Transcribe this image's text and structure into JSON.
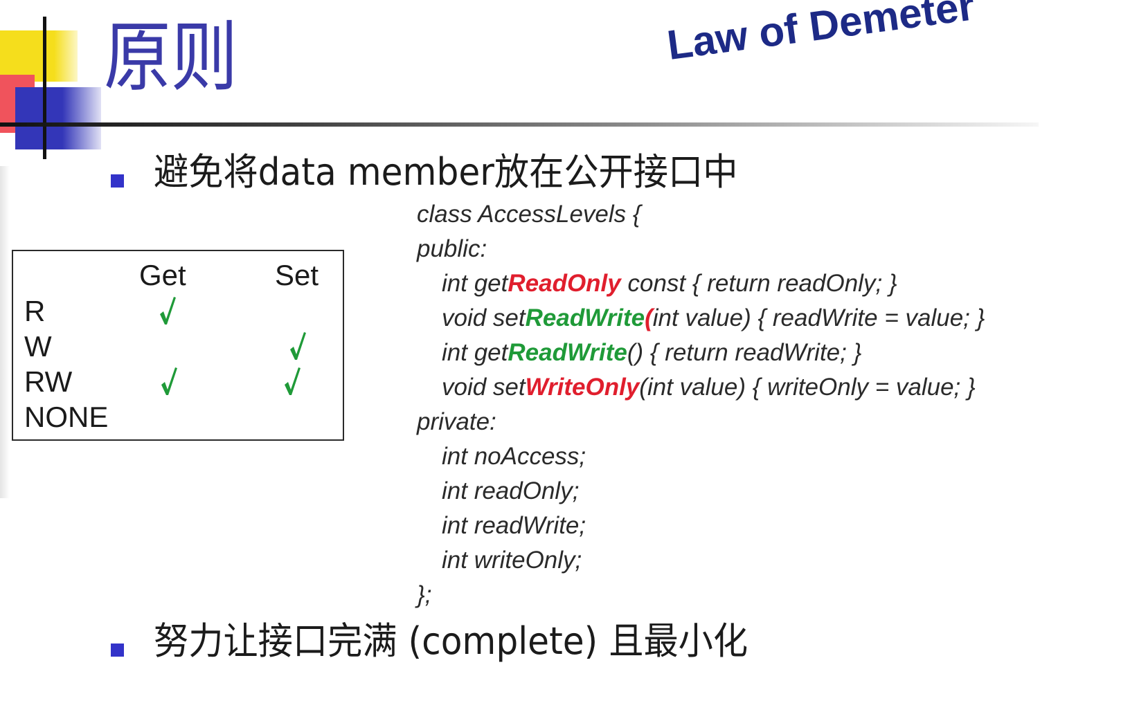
{
  "slide": {
    "title": "原则",
    "subtitle": "Law of Demeter",
    "colors": {
      "title": "#3a3aa8",
      "subtitle": "#1d2a86",
      "bullet": "#3333c9",
      "check": "#1f9a38",
      "red": "#e01e2d",
      "green": "#1f9a38"
    }
  },
  "bullets": [
    {
      "text": "避免将data member放在公开接口中"
    },
    {
      "text": "努力让接口完满 (complete) 且最小化"
    }
  ],
  "access_table": {
    "headers": [
      "Get",
      "Set"
    ],
    "rows": [
      {
        "label": "R",
        "get": true,
        "set": false
      },
      {
        "label": "W",
        "get": false,
        "set": true
      },
      {
        "label": "RW",
        "get": true,
        "set": true
      },
      {
        "label": "NONE",
        "get": false,
        "set": false
      }
    ],
    "check_icon": "checkmark-icon"
  },
  "code": {
    "lines": [
      {
        "indent": false,
        "parts": [
          {
            "text": "class AccessLevels {",
            "style": "normal"
          }
        ]
      },
      {
        "indent": false,
        "parts": [
          {
            "text": "public:",
            "style": "normal"
          }
        ]
      },
      {
        "indent": true,
        "parts": [
          {
            "text": "int get",
            "style": "normal"
          },
          {
            "text": "ReadOnly",
            "style": "red"
          },
          {
            "text": " const { return readOnly; }",
            "style": "normal"
          }
        ]
      },
      {
        "indent": true,
        "parts": [
          {
            "text": "void set",
            "style": "normal"
          },
          {
            "text": "ReadWrite",
            "style": "green"
          },
          {
            "text": "(",
            "style": "red"
          },
          {
            "text": "int value) { readWrite = value; }",
            "style": "normal"
          }
        ]
      },
      {
        "indent": true,
        "parts": [
          {
            "text": "int get",
            "style": "normal"
          },
          {
            "text": "ReadWrite",
            "style": "green"
          },
          {
            "text": "() { return readWrite; }",
            "style": "normal"
          }
        ]
      },
      {
        "indent": true,
        "parts": [
          {
            "text": "void set",
            "style": "normal"
          },
          {
            "text": "WriteOnly",
            "style": "red"
          },
          {
            "text": "(int value) { writeOnly = value; }",
            "style": "normal"
          }
        ]
      },
      {
        "indent": false,
        "parts": [
          {
            "text": "private:",
            "style": "normal"
          }
        ]
      },
      {
        "indent": true,
        "parts": [
          {
            "text": "int noAccess;",
            "style": "normal"
          }
        ]
      },
      {
        "indent": true,
        "parts": [
          {
            "text": "int readOnly;",
            "style": "normal"
          }
        ]
      },
      {
        "indent": true,
        "parts": [
          {
            "text": "int readWrite;",
            "style": "normal"
          }
        ]
      },
      {
        "indent": true,
        "parts": [
          {
            "text": "int writeOnly;",
            "style": "normal"
          }
        ]
      },
      {
        "indent": false,
        "parts": [
          {
            "text": "};",
            "style": "normal"
          }
        ]
      }
    ]
  }
}
